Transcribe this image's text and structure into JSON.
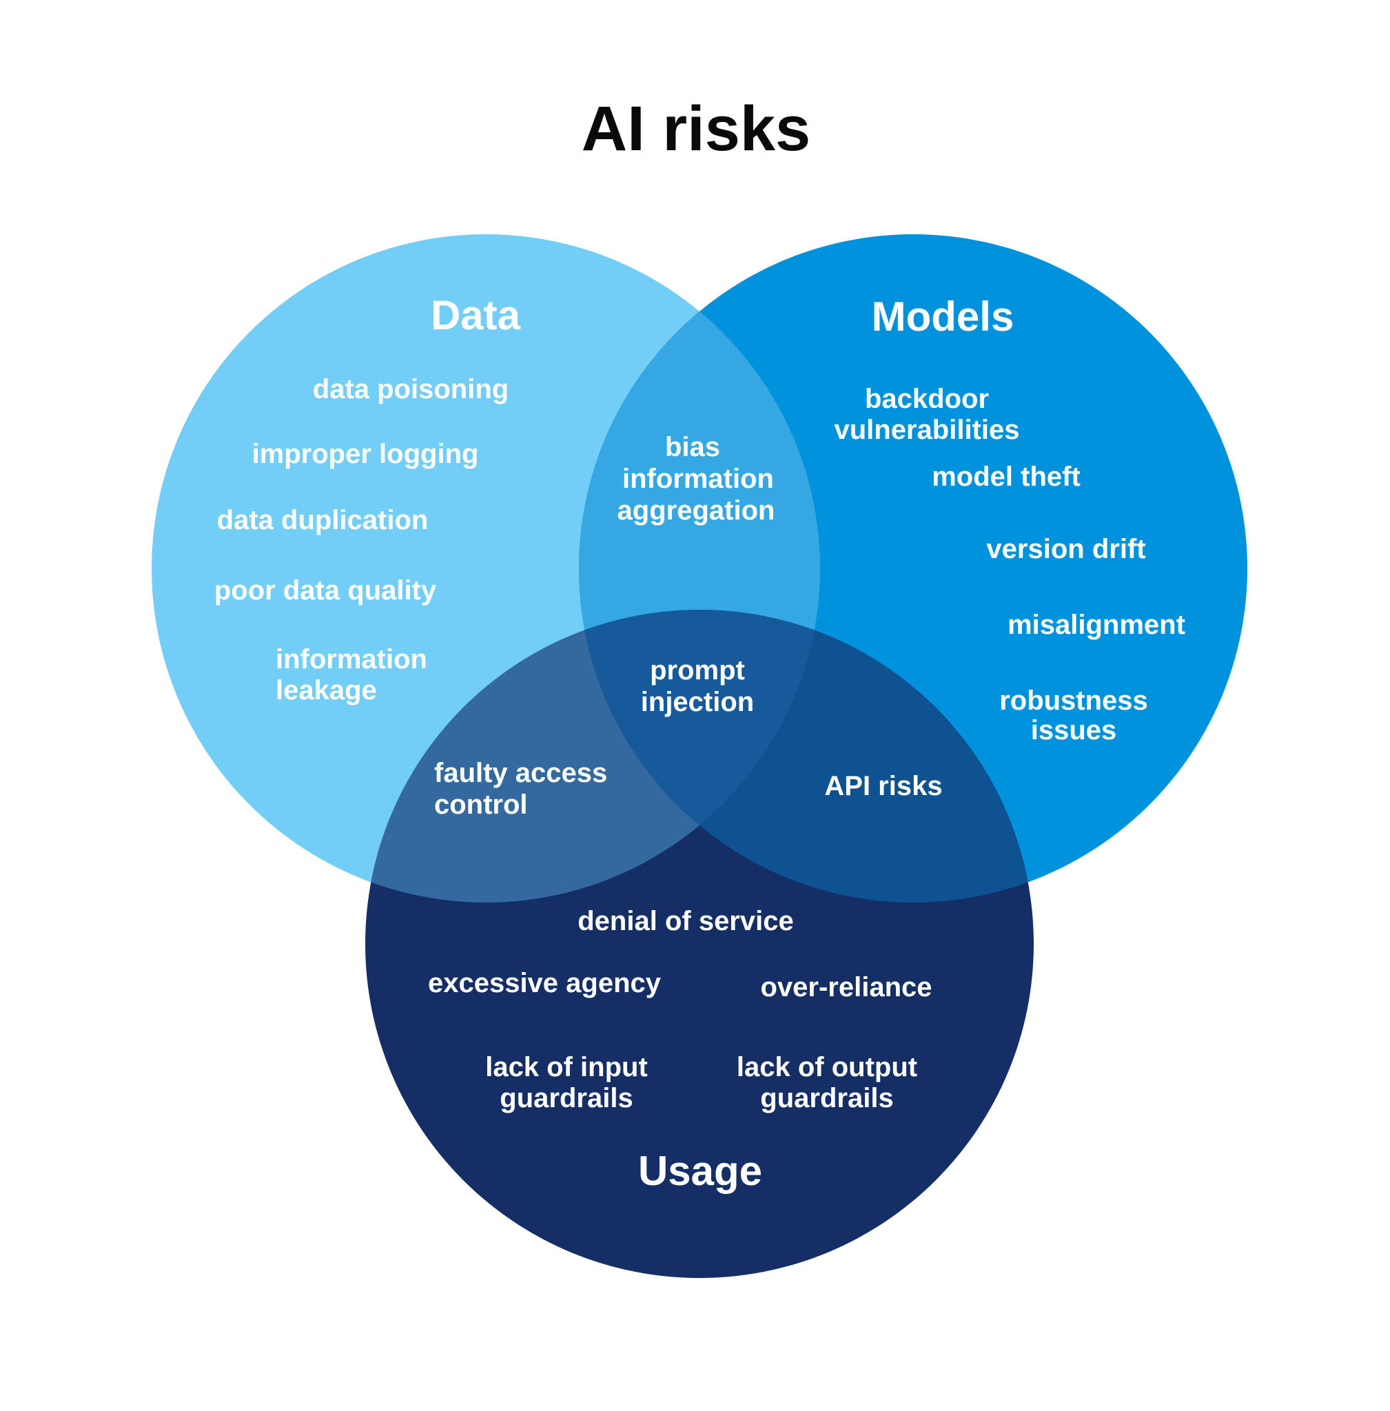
{
  "title": "AI risks",
  "colors": {
    "background": "#FFFFFF",
    "title_text": "#0A0A0A",
    "label_text": "#FFFFFF",
    "data": "#72CEF7",
    "models": "#0092DC",
    "usage": "#152F66",
    "data_models": "#35A8E3",
    "data_usage": "#33699E",
    "models_usage": "#0F5291",
    "center": "#175A9B"
  },
  "circles": {
    "data": {
      "label": "Data",
      "items": [
        [
          "data poisoning"
        ],
        [
          "improper logging"
        ],
        [
          "data duplication"
        ],
        [
          "poor data quality"
        ],
        [
          "information",
          "leakage"
        ]
      ]
    },
    "models": {
      "label": "Models",
      "items": [
        [
          "backdoor",
          "vulnerabilities"
        ],
        [
          "model theft"
        ],
        [
          "version drift"
        ],
        [
          "misalignment"
        ],
        [
          "robustness",
          "issues"
        ]
      ]
    },
    "usage": {
      "label": "Usage",
      "items": [
        [
          "denial of service"
        ],
        [
          "excessive agency"
        ],
        [
          "over-reliance"
        ],
        [
          "lack of input",
          "guardrails"
        ],
        [
          "lack of output",
          "guardrails"
        ]
      ]
    }
  },
  "overlaps": {
    "data_models": {
      "items": [
        [
          "bias"
        ],
        [
          "information",
          "aggregation"
        ]
      ]
    },
    "data_usage": {
      "items": [
        [
          "faulty access",
          "control"
        ]
      ]
    },
    "models_usage": {
      "items": [
        [
          "API risks"
        ]
      ]
    },
    "center": {
      "items": [
        [
          "prompt",
          "injection"
        ]
      ]
    }
  }
}
